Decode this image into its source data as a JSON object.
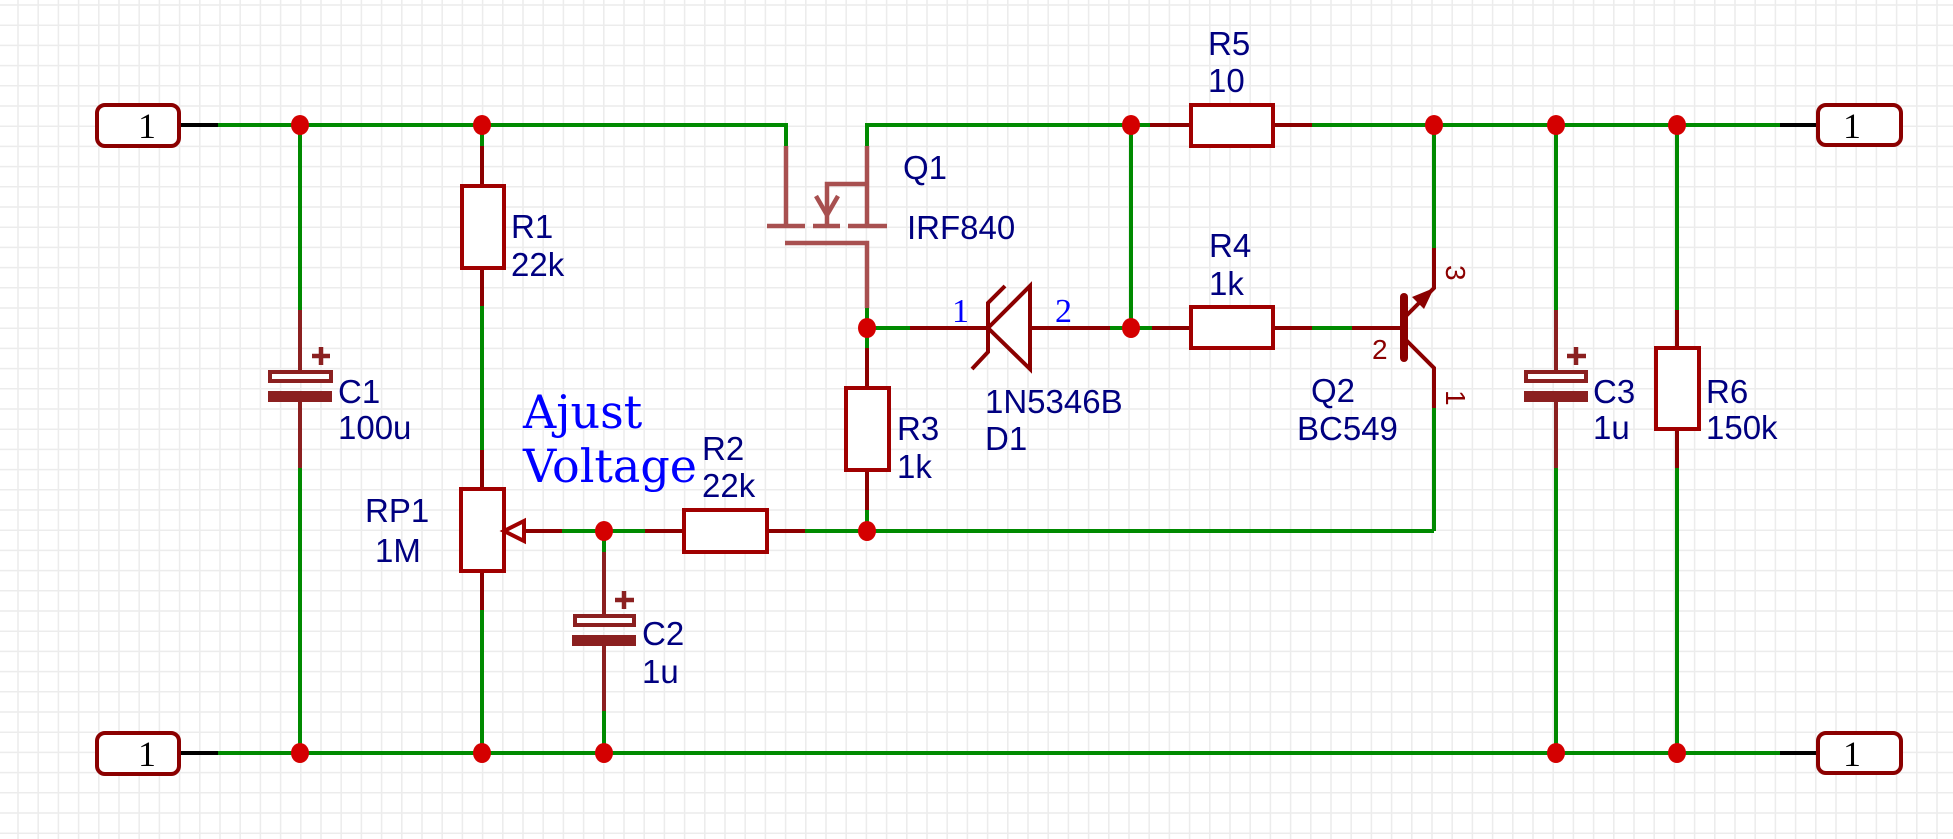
{
  "schematic": {
    "title": "Adjustable voltage regulator schematic",
    "colors": {
      "wire": "#008a00",
      "component": "#a00000",
      "junction": "#d40000",
      "label": "#000080",
      "annotation": "#0000ff",
      "grid": "#ececec"
    },
    "connectors": [
      {
        "id": "J-in-top",
        "label": "1"
      },
      {
        "id": "J-in-bottom",
        "label": "1"
      },
      {
        "id": "J-out-top",
        "label": "1"
      },
      {
        "id": "J-out-bottom",
        "label": "1"
      }
    ],
    "components": {
      "Q1": {
        "ref": "Q1",
        "value": "IRF840",
        "type": "n-mosfet"
      },
      "R5": {
        "ref": "R5",
        "value": "10",
        "type": "resistor"
      },
      "R4": {
        "ref": "R4",
        "value": "1k",
        "type": "resistor"
      },
      "R1": {
        "ref": "R1",
        "value": "22k",
        "type": "resistor"
      },
      "C1": {
        "ref": "C1",
        "value": "100u",
        "type": "electrolytic-capacitor"
      },
      "RP1": {
        "ref": "RP1",
        "value": "1M",
        "type": "potentiometer"
      },
      "R2": {
        "ref": "R2",
        "value": "22k",
        "type": "resistor"
      },
      "C2": {
        "ref": "C2",
        "value": "1u",
        "type": "electrolytic-capacitor"
      },
      "R3": {
        "ref": "R3",
        "value": "1k",
        "type": "resistor"
      },
      "D1": {
        "ref": "D1",
        "value": "1N5346B",
        "type": "zener-diode",
        "pin1": "1",
        "pin2": "2"
      },
      "Q2": {
        "ref": "Q2",
        "value": "BC549",
        "type": "npn-transistor",
        "pin_base": "2",
        "pin_emitter": "3",
        "pin_collector": "1"
      },
      "C3": {
        "ref": "C3",
        "value": "1u",
        "type": "electrolytic-capacitor"
      },
      "R6": {
        "ref": "R6",
        "value": "150k",
        "type": "resistor"
      }
    },
    "annotation": {
      "line1": "Ajust",
      "line2": "Voltage"
    },
    "polarity_symbol": "+"
  }
}
